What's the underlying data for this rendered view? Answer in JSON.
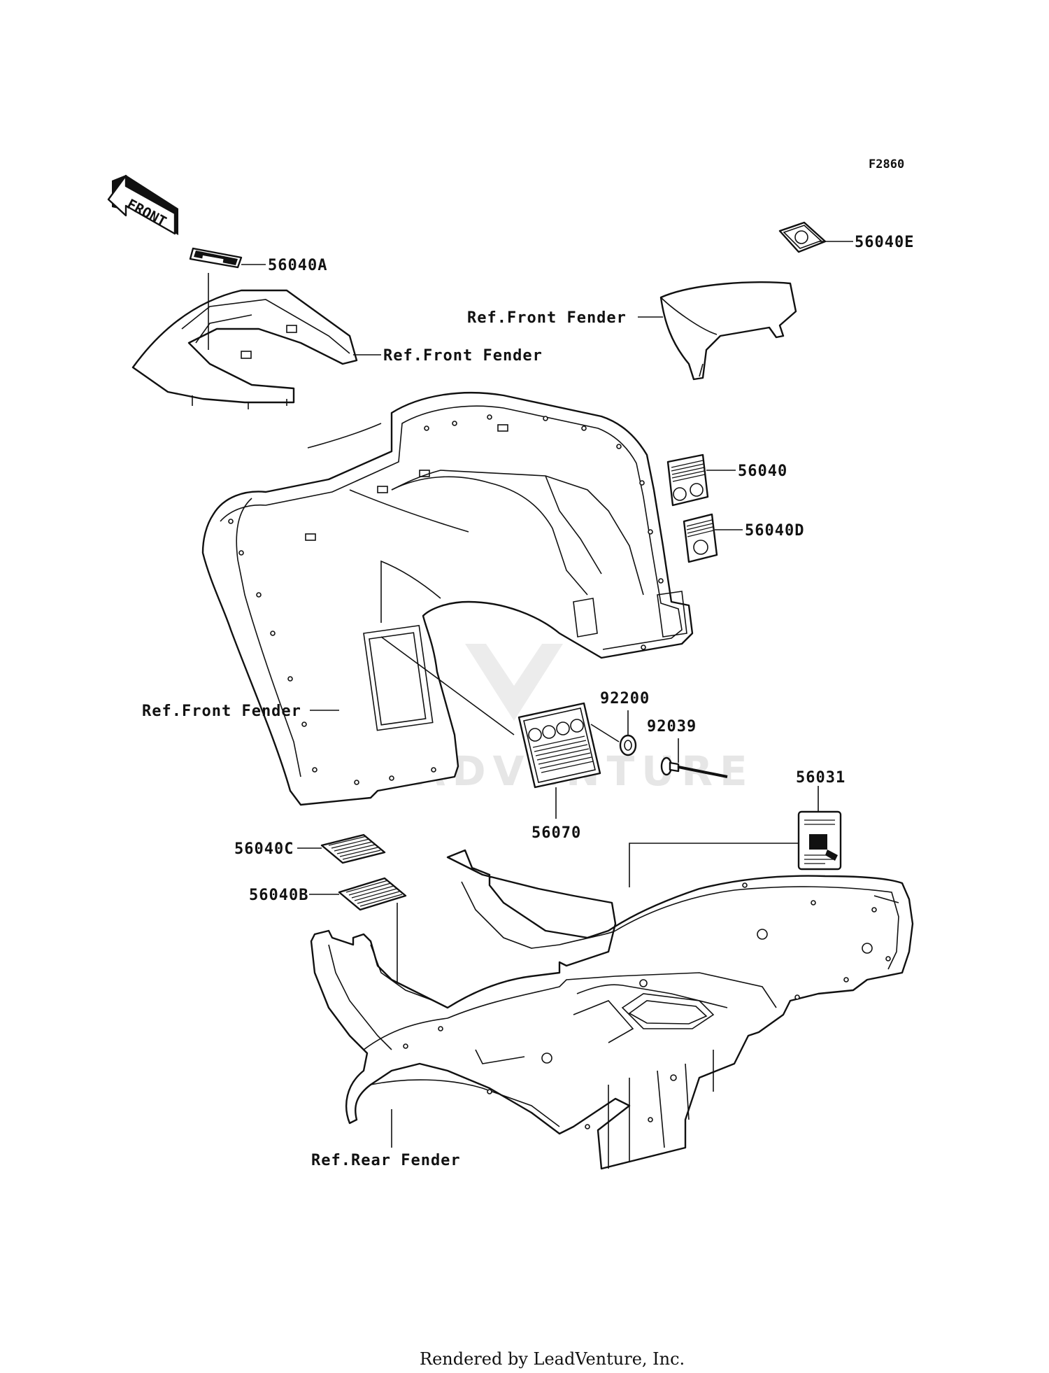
{
  "figure_code": "F2860",
  "front_arrow_label": "FRONT",
  "parts": {
    "p56040A": "56040A",
    "p56040E": "56040E",
    "p56040": "56040",
    "p56040D": "56040D",
    "p92200": "92200",
    "p92039": "92039",
    "p56070": "56070",
    "p56031": "56031",
    "p56040C": "56040C",
    "p56040B": "56040B"
  },
  "references": {
    "front_fender_top_left": "Ref.Front Fender",
    "front_fender_top_right": "Ref.Front Fender",
    "front_fender_left": "Ref.Front Fender",
    "rear_fender": "Ref.Rear Fender"
  },
  "watermark": "LEADVENTURE",
  "footer": "Rendered by LeadVenture, Inc."
}
